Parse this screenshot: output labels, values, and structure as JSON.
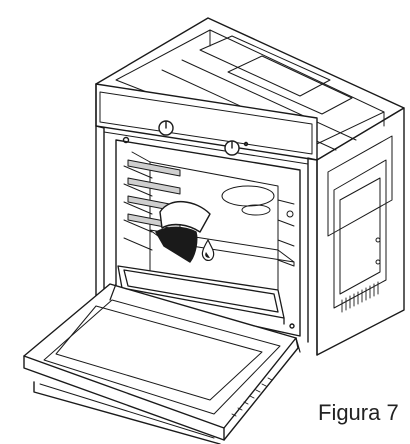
{
  "caption": "Figura 7",
  "colors": {
    "line": "#1a1a1a",
    "liquid": "#1a1a1a",
    "cavity_bg": "#ffffff",
    "shade": "#cfcfcf"
  },
  "parts": {
    "oven_body": "oven-body",
    "door": "oven-door",
    "rack": "wire-rack",
    "tray": "baking-tray",
    "vessel": "water-vessel",
    "drop": "water-drop",
    "knobs": [
      "control-knob-left",
      "control-knob-right"
    ]
  }
}
